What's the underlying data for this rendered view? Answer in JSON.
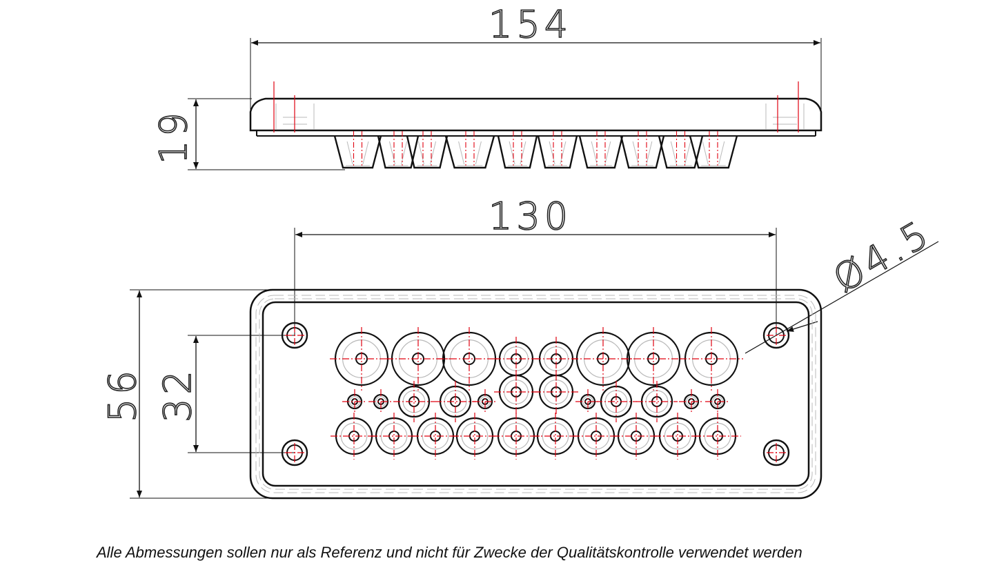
{
  "dimensions": {
    "overall_length": "154",
    "height": "19",
    "hole_spacing_x": "130",
    "overall_width": "56",
    "hole_spacing_y": "32",
    "mounting_hole_diameter": "Ø4.5"
  },
  "note": "Alle Abmessungen sollen nur als Referenz und nicht für Zwecke der Qualitätskontrolle verwendet werden",
  "colors": {
    "line": "#111111",
    "centerline": "#e0000f",
    "hidden": "#b9b9b9"
  },
  "grommets": {
    "top_row_count": 8,
    "middle_row_count": 12,
    "bottom_row_count": 10,
    "mounting_holes": 4
  }
}
